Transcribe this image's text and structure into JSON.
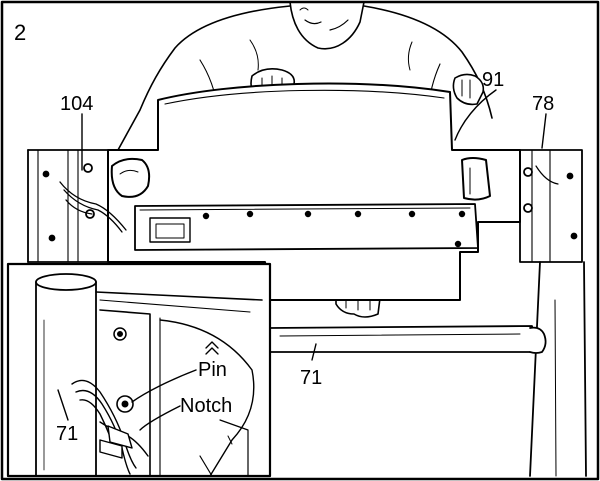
{
  "step_number": "2",
  "callouts": {
    "part_104": "104",
    "part_91": "91",
    "part_78": "78",
    "part_71_main": "71",
    "part_71_inset": "71",
    "pin": "Pin",
    "notch": "Notch"
  },
  "colors": {
    "ink": "#000000",
    "paper": "#ffffff",
    "shade": "#d9d9d9"
  }
}
